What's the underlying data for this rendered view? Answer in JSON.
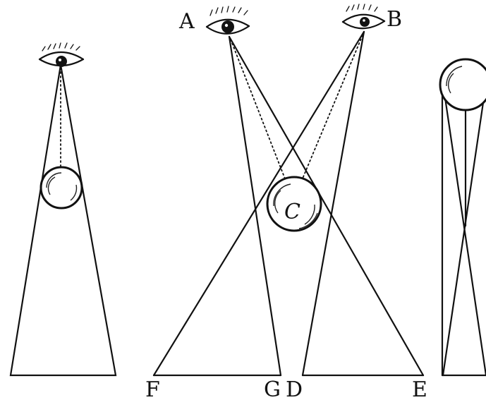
{
  "figure": {
    "labels": {
      "a": "A",
      "b": "B",
      "c": "C",
      "d": "D",
      "e": "E",
      "f": "F",
      "g": "G"
    }
  }
}
